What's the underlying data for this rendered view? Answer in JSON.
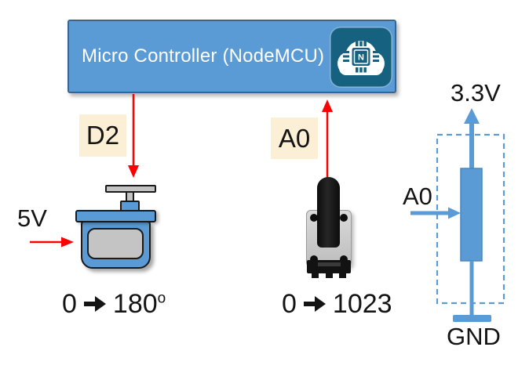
{
  "header": {
    "title": "Micro Controller (NodeMCU)",
    "logo_icon": "nodemcu-cloud-chip",
    "logo_chip_letter": "N"
  },
  "wiring": {
    "servo_pin_label": "D2",
    "pot_pin_label": "A0",
    "servo_power_label": "5V"
  },
  "servo": {
    "range_from": "0",
    "range_to": "180",
    "range_unit_superscript": "o"
  },
  "potentiometer": {
    "range_from": "0",
    "range_to": "1023"
  },
  "schematic": {
    "vcc_label": "3.3V",
    "signal_label": "A0",
    "ground_label": "GND"
  },
  "colors": {
    "controller_blue": "#5B9BD5",
    "controller_border": "#3A648E",
    "logo_teal": "#16617F",
    "pin_label_background": "#FBEFD5",
    "signal_wire_red": "#FE0000",
    "schematic_blue": "#5B9BD5",
    "servo_blue": "#5B9BD5",
    "hardware_gray": "#C4C4C4"
  }
}
